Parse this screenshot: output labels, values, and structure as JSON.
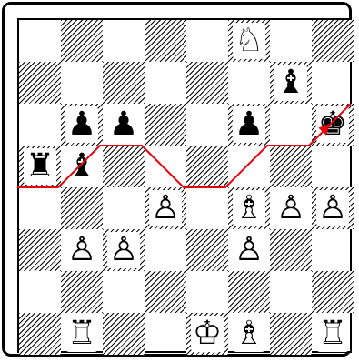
{
  "board": {
    "size": 8,
    "light_color": "#ffffff",
    "dark_pattern": "diagonal-hatch",
    "rows": [
      [
        "",
        "",
        "",
        "",
        "",
        "wN",
        "",
        ""
      ],
      [
        "",
        "",
        "",
        "",
        "",
        "",
        "bB",
        ""
      ],
      [
        "",
        "bP",
        "bP",
        "",
        "",
        "bP",
        "",
        "bK"
      ],
      [
        "bR",
        "bB",
        "",
        "",
        "",
        "",
        "",
        ""
      ],
      [
        "",
        "",
        "",
        "wP",
        "",
        "wB",
        "wP",
        "wP"
      ],
      [
        "",
        "wP",
        "wP",
        "",
        "",
        "wP",
        "",
        ""
      ],
      [
        "",
        "",
        "",
        "",
        "",
        "",
        "",
        ""
      ],
      [
        "",
        "wR",
        "",
        "",
        "wK",
        "wB",
        "",
        "wR"
      ]
    ]
  },
  "pieces": {
    "wK": {
      "glyph": "♔",
      "icon": "white-king-icon"
    },
    "wQ": {
      "glyph": "♕",
      "icon": "white-queen-icon"
    },
    "wR": {
      "glyph": "♖",
      "icon": "white-rook-icon"
    },
    "wB": {
      "glyph": "♗",
      "icon": "white-bishop-icon"
    },
    "wN": {
      "glyph": "♘",
      "icon": "white-knight-icon"
    },
    "wP": {
      "glyph": "♙",
      "icon": "white-pawn-icon"
    },
    "bK": {
      "glyph": "♚",
      "icon": "black-king-icon"
    },
    "bQ": {
      "glyph": "♛",
      "icon": "black-queen-icon"
    },
    "bR": {
      "glyph": "♜",
      "icon": "black-rook-icon"
    },
    "bB": {
      "glyph": "♝",
      "icon": "black-bishop-icon"
    },
    "bN": {
      "glyph": "♞",
      "icon": "black-knight-icon"
    },
    "bP": {
      "glyph": "♟",
      "icon": "black-pawn-icon"
    }
  },
  "annotation": {
    "path_color": "#e8000b",
    "path_squares": [
      [
        4,
        0
      ],
      [
        4,
        1
      ],
      [
        3,
        2
      ],
      [
        3,
        3
      ],
      [
        4,
        4
      ],
      [
        4,
        5
      ],
      [
        3,
        6
      ],
      [
        3,
        7
      ],
      [
        2,
        8
      ]
    ],
    "arrow_color": "#e8000b",
    "arrow_from": [
      3,
      7
    ],
    "arrow_to": [
      2,
      8
    ]
  }
}
